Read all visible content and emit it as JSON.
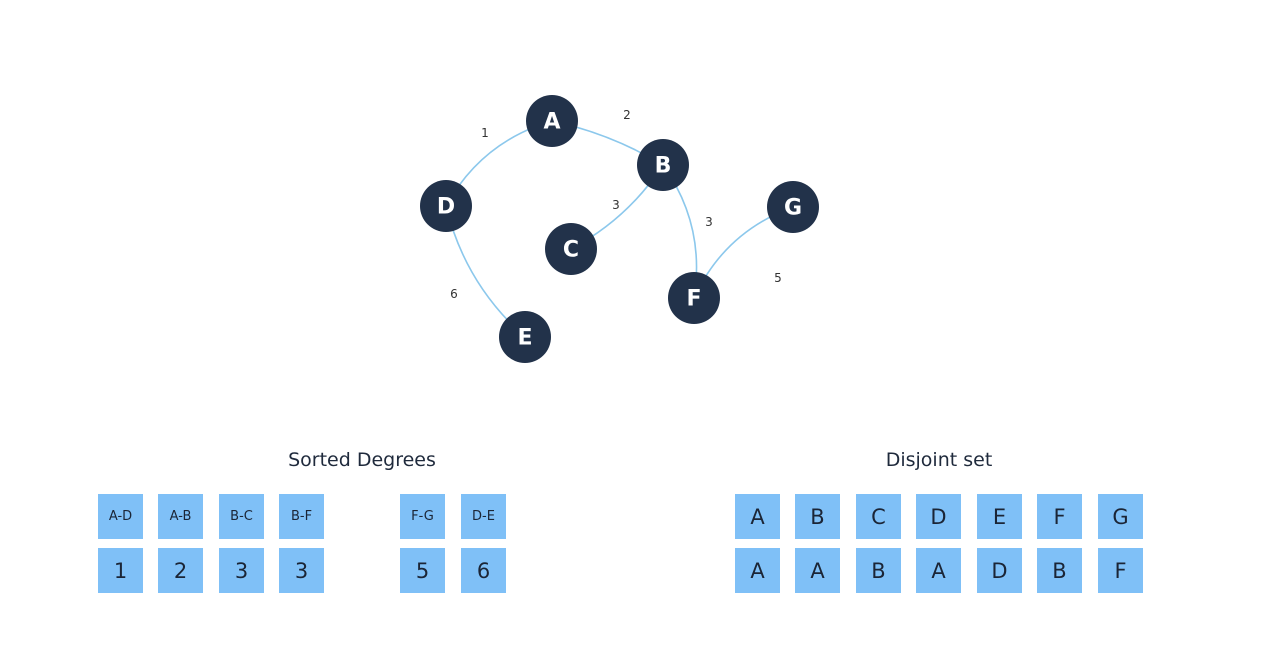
{
  "graph": {
    "nodes": [
      {
        "id": "A",
        "label": "A"
      },
      {
        "id": "B",
        "label": "B"
      },
      {
        "id": "C",
        "label": "C"
      },
      {
        "id": "D",
        "label": "D"
      },
      {
        "id": "E",
        "label": "E"
      },
      {
        "id": "F",
        "label": "F"
      },
      {
        "id": "G",
        "label": "G"
      }
    ],
    "edges": [
      {
        "from": "A",
        "to": "D",
        "weight": "1"
      },
      {
        "from": "A",
        "to": "B",
        "weight": "2"
      },
      {
        "from": "B",
        "to": "C",
        "weight": "3"
      },
      {
        "from": "B",
        "to": "F",
        "weight": "3"
      },
      {
        "from": "F",
        "to": "G",
        "weight": "5"
      },
      {
        "from": "D",
        "to": "E",
        "weight": "6"
      }
    ]
  },
  "sorted_degrees": {
    "title": "Sorted Degrees",
    "edges": [
      "A-D",
      "A-B",
      "B-C",
      "B-F",
      "F-G",
      "D-E"
    ],
    "weights": [
      "1",
      "2",
      "3",
      "3",
      "5",
      "6"
    ]
  },
  "disjoint_set": {
    "title": "Disjoint set",
    "nodes": [
      "A",
      "B",
      "C",
      "D",
      "E",
      "F",
      "G"
    ],
    "parents": [
      "A",
      "A",
      "B",
      "A",
      "D",
      "B",
      "F"
    ]
  },
  "colors": {
    "node_fill": "#22324a",
    "edge_stroke": "#8cc8ec",
    "cell_fill": "#7fc0f7"
  }
}
